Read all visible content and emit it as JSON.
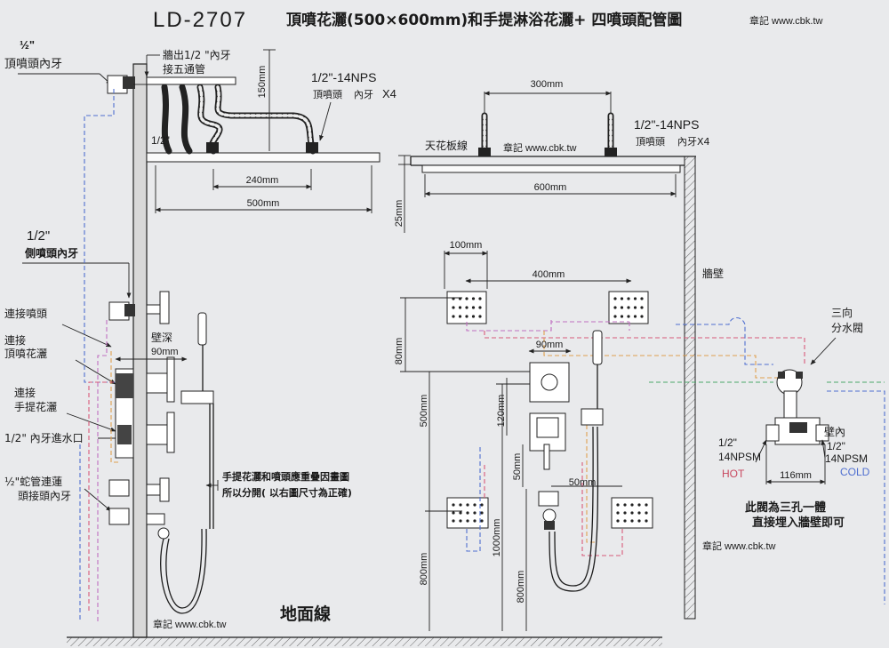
{
  "title": {
    "model": "LD-2707",
    "description": "頂噴花灑(500×600mm)和手提淋浴花灑+ 四噴頭配管圖",
    "watermark_brand": "章記",
    "watermark_url": "www.cbk.tw"
  },
  "top_left": {
    "label_top_thread_size": "½\"",
    "label_top_thread": "頂噴頭內牙",
    "label_outlet_1": "牆出1/2 \"內牙",
    "label_outlet_2": "接五通管",
    "label_half": "1/2\"",
    "label_150": "150mm",
    "label_nps": "1/2\"-14NPS",
    "label_nozzle": "頂噴頭",
    "label_inner": "內牙",
    "label_x4": "X4",
    "dim_240": "240mm",
    "dim_500": "500mm",
    "dim_25": "25mm"
  },
  "top_right": {
    "dim_300": "300mm",
    "dim_600": "600mm",
    "label_ceiling": "天花板線",
    "label_nps": "1/2\"-14NPS",
    "label_nozzle": "頂噴頭",
    "label_inner_x4": "內牙X4",
    "label_wall": "牆壁",
    "label_3way_1": "三向",
    "label_3way_2": "分水閥"
  },
  "left_side": {
    "side_size": "1/2\"",
    "side_thread": "側噴頭內牙",
    "connect_nozzle": "連接噴頭",
    "connect_top_1": "連接",
    "connect_top_2": "頂噴花灑",
    "connect_hand_1": "連接",
    "connect_hand_2": "手提花灑",
    "inlet": "1/2\" 內牙進水口",
    "hose_1": "½\"蛇管連蓮",
    "hose_2": "頭接頭內牙",
    "wall_depth": "壁深",
    "dim_90": "90mm",
    "note_1": "手提花灑和噴頭應重疊因畫圖",
    "note_2": "所以分開( 以右圖尺寸為正確)",
    "floor": "地面線"
  },
  "front": {
    "dim_100": "100mm",
    "dim_400": "400mm",
    "dim_80": "80mm",
    "dim_90": "90mm",
    "dim_120": "120mm",
    "dim_500": "500mm",
    "dim_50a": "50mm",
    "dim_50b": "50mm",
    "dim_1000": "1000mm",
    "dim_800a": "800mm",
    "dim_800b": "800mm"
  },
  "valve": {
    "label_inner": "壁內",
    "hot_size": "1/2\"",
    "hot_thread": "14NPSM",
    "hot": "HOT",
    "cold_size": "1/2\"",
    "cold_thread": "14NPSM",
    "cold": "COLD",
    "dim_116": "116mm",
    "note_1": "此閥為三孔一體",
    "note_2": "直接埋入牆壁即可"
  },
  "colors": {
    "blue": "#4f6fd0",
    "red": "#d85a7a",
    "green": "#4aa86a",
    "orange": "#e0a050",
    "pink": "#c070c0"
  }
}
